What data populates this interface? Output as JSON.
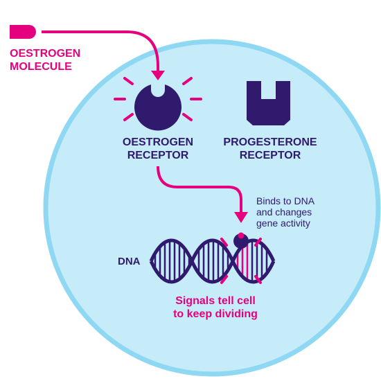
{
  "labels": {
    "oestrogen_molecule": [
      "OESTROGEN",
      "MOLECULE"
    ],
    "oestrogen_receptor": [
      "OESTROGEN",
      "RECEPTOR"
    ],
    "progesterone_receptor": [
      "PROGESTERONE",
      "RECEPTOR"
    ],
    "dna": "DNA",
    "binds_note": [
      "Binds to DNA",
      "and changes",
      "gene activity"
    ],
    "signals_note": [
      "Signals tell cell",
      "to keep dividing"
    ]
  },
  "colors": {
    "cell_fill": "#c6ebf9",
    "cell_border": "#8fd8f4",
    "magenta": "#e5007e",
    "navy": "#2f1a6e"
  },
  "icons": {
    "molecule": "pill-shape",
    "oestrogen_receptor": "notched-circle",
    "progesterone_receptor": "notched-square",
    "dna": "double-helix"
  }
}
